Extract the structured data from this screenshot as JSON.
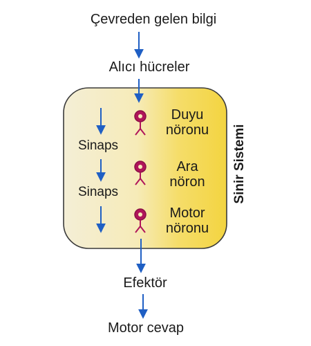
{
  "diagram": {
    "top_input": "Çevreden gelen bilgi",
    "receptors": "Alıcı hücreler",
    "neurons": [
      {
        "name_line1": "Duyu",
        "name_line2": "nöronu"
      },
      {
        "name_line1": "Ara",
        "name_line2": "nöron"
      },
      {
        "name_line1": "Motor",
        "name_line2": "nöronu"
      }
    ],
    "synapses": [
      "Sinaps",
      "Sinaps"
    ],
    "system_label": "Sinir Sistemi",
    "effector": "Efektör",
    "output": "Motor cevap"
  },
  "colors": {
    "arrow": "#1f5fc4",
    "neuron_fill": "#b0155a",
    "neuron_stroke": "#8a1045",
    "box_border": "#3a3a3a",
    "box_gradient_left": "#f3ecd0",
    "box_gradient_right": "#f5d84a"
  }
}
